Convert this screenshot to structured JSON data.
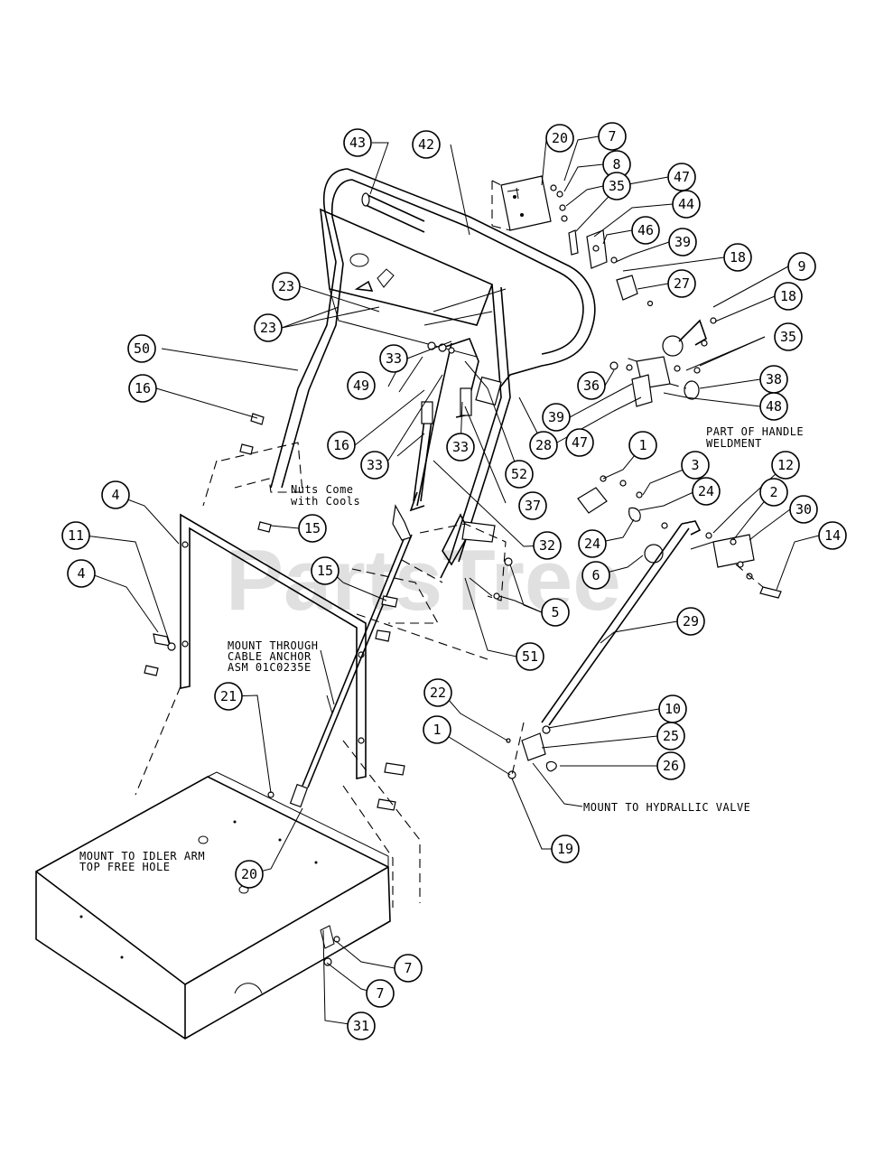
{
  "watermark": "PartsTree",
  "notes": {
    "nuts_line1": "Nuts Come",
    "nuts_line2": "with Cools",
    "handle_line1": "PART OF HANDLE",
    "handle_line2": "WELDMENT",
    "mount_line1": "MOUNT THROUGH",
    "mount_line2": "CABLE ANCHOR",
    "mount_line3": "ASM 01C0235E",
    "hydraulic": "MOUNT TO HYDRALLIC VALVE",
    "idler_line1": "MOUNT TO IDLER ARM",
    "idler_line2": "TOP FREE HOLE"
  },
  "callouts": [
    "43",
    "42",
    "20",
    "7",
    "8",
    "35",
    "47",
    "44",
    "46",
    "39",
    "18",
    "9",
    "27",
    "18",
    "23",
    "23",
    "50",
    "33",
    "49",
    "35",
    "36",
    "38",
    "16",
    "16",
    "33",
    "39",
    "28",
    "47",
    "48",
    "30",
    "33",
    "52",
    "37",
    "1",
    "3",
    "24",
    "12",
    "2",
    "30",
    "14",
    "24",
    "6",
    "4",
    "32",
    "11",
    "4",
    "15",
    "15",
    "5",
    "51",
    "29",
    "22",
    "10",
    "1",
    "25",
    "26",
    "21",
    "19",
    "20",
    "7",
    "7",
    "31"
  ]
}
